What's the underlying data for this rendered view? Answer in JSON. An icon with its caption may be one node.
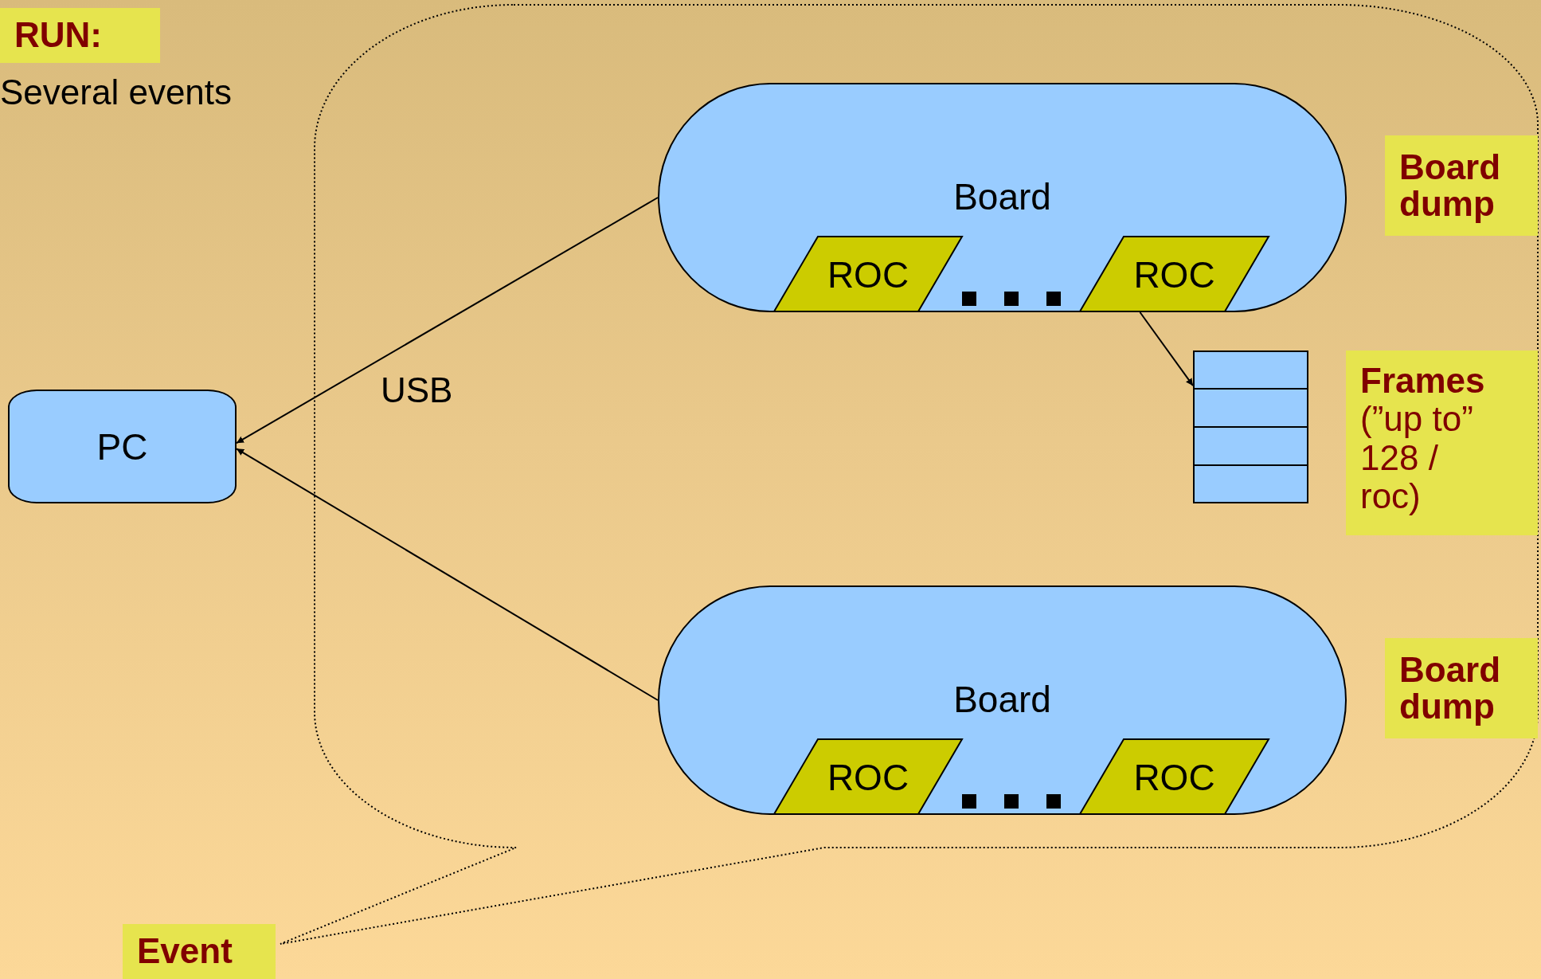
{
  "diagram": {
    "nodes": [
      {
        "text": [
          "RUN:"
        ],
        "beside": [
          "Several events"
        ]
      },
      {
        "text": [],
        "shape": "bubble"
      },
      {
        "text": [
          "Board"
        ],
        "in": 1
      },
      {
        "text": [
          "ROC"
        ],
        "in": 2
      },
      {
        "text": [
          "ROC"
        ],
        "in": 2
      },
      {
        "text": [
          "Board dump"
        ],
        "in": 1
      },
      {
        "text": [
          "PC"
        ]
      },
      {
        "text": [],
        "shape": "box",
        "in": 1
      },
      {
        "text": [
          "**Frames** (”up to” 128 / roc)"
        ],
        "in": 1
      },
      {
        "text": [
          "Board"
        ],
        "in": 1
      },
      {
        "text": [
          "ROC"
        ],
        "in": 9
      },
      {
        "text": [
          "ROC"
        ],
        "in": 9
      },
      {
        "text": [
          "Board dump"
        ],
        "in": 1
      },
      {
        "text": [
          "Event"
        ]
      }
    ],
    "edges": [
      {
        "from": 2,
        "to": 6,
        "arrow": "to",
        "label": "USB"
      },
      {
        "from": 9,
        "to": 6,
        "arrow": "to"
      },
      {
        "from": 4,
        "to": 7,
        "arrow": "to"
      }
    ]
  }
}
